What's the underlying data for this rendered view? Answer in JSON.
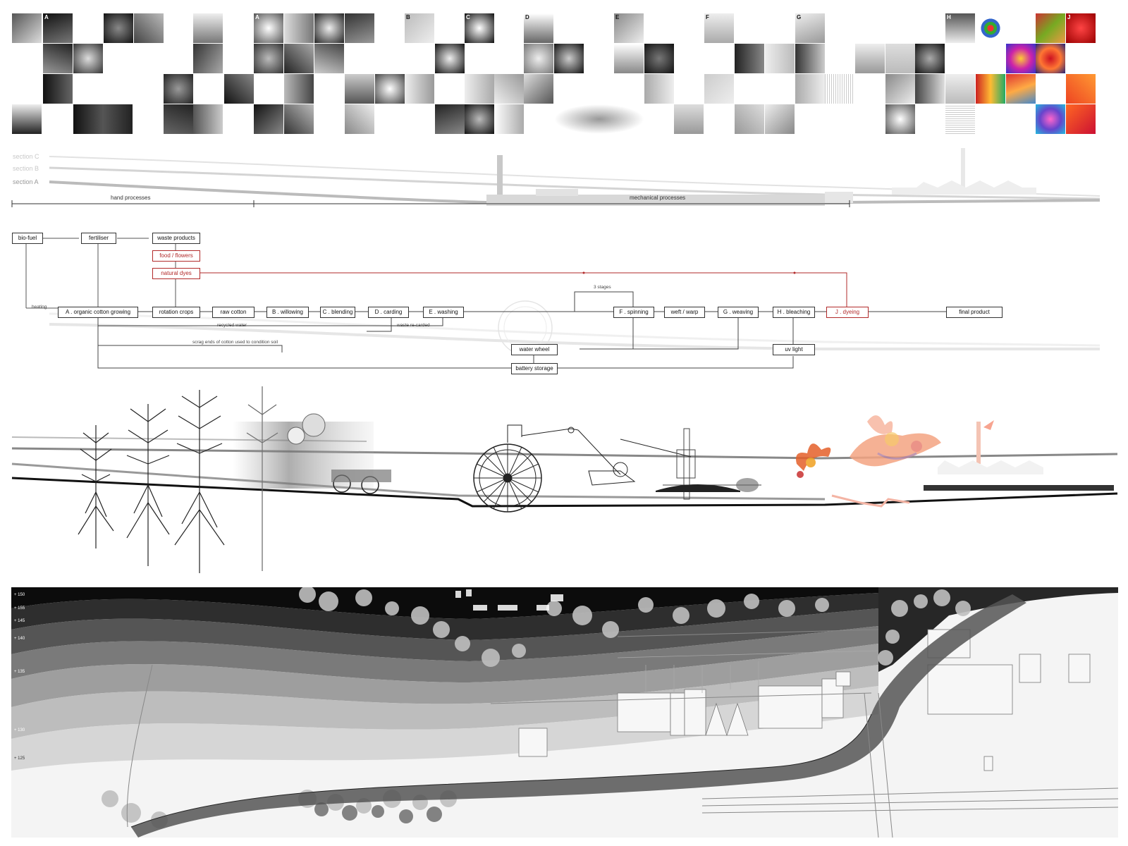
{
  "photo_strip": {
    "group_letters": [
      "A",
      "A",
      "B",
      "C",
      "D",
      "E",
      "F",
      "G",
      "H",
      "J"
    ]
  },
  "sections": {
    "section_c": "section C",
    "section_b": "section B",
    "section_a": "section A",
    "hand_processes": "hand processes",
    "mechanical_processes": "mechanical processes"
  },
  "flow": {
    "bio_fuel": "bio-fuel",
    "fertiliser": "fertiliser",
    "waste_products": "waste products",
    "food_flowers": "food  /  flowers",
    "natural_dyes": "natural dyes",
    "heating": "heating",
    "a_organic": "A . organic cotton growing",
    "rotation_crops": "rotation crops",
    "raw_cotton": "raw cotton",
    "b_willowing": "B . willowing",
    "c_blending": "C . blending",
    "d_carding": "D . carding",
    "e_washing": "E . washing",
    "three_stages": "3 stages",
    "f_spinning": "F . spinning",
    "weft_warp": "weft / warp",
    "g_weaving": "G . weaving",
    "h_bleaching": "H . bleaching",
    "j_dyeing": "J . dyeing",
    "final_product": "final product",
    "recycled_water": "recycled water",
    "waste_recarded": "waste re-carded",
    "scrag_ends": "scrag ends of cotton used to condition soil",
    "water_wheel": "water wheel",
    "uv_light": "uv light",
    "battery_storage": "battery storage"
  },
  "site_plan": {
    "contours": [
      "+ 150",
      "+ 155",
      "+ 145",
      "+ 140",
      "+ 135",
      "+ 130",
      "+ 125"
    ]
  },
  "colors": {
    "accent_red": "#b22a2a",
    "dark": "#111111",
    "grey": "#8a8a8a"
  }
}
